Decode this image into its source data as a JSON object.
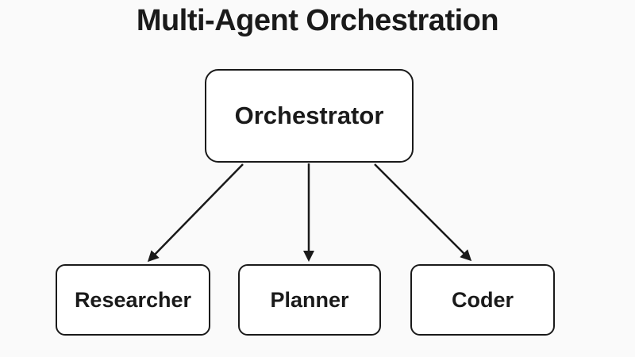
{
  "title": "Multi-Agent Orchestration",
  "diagram": {
    "type": "flowchart-tree",
    "nodes": [
      {
        "id": "orchestrator",
        "label": "Orchestrator",
        "role": "root"
      },
      {
        "id": "researcher",
        "label": "Researcher",
        "role": "child"
      },
      {
        "id": "planner",
        "label": "Planner",
        "role": "child"
      },
      {
        "id": "coder",
        "label": "Coder",
        "role": "child"
      }
    ],
    "edges": [
      {
        "from": "orchestrator",
        "to": "researcher",
        "style": "arrow"
      },
      {
        "from": "orchestrator",
        "to": "planner",
        "style": "arrow"
      },
      {
        "from": "orchestrator",
        "to": "coder",
        "style": "arrow"
      }
    ]
  },
  "colors": {
    "background": "#fafafa",
    "node_fill": "#ffffff",
    "node_border": "#1a1a1a",
    "text": "#1a1a1a",
    "arrow": "#1a1a1a"
  }
}
